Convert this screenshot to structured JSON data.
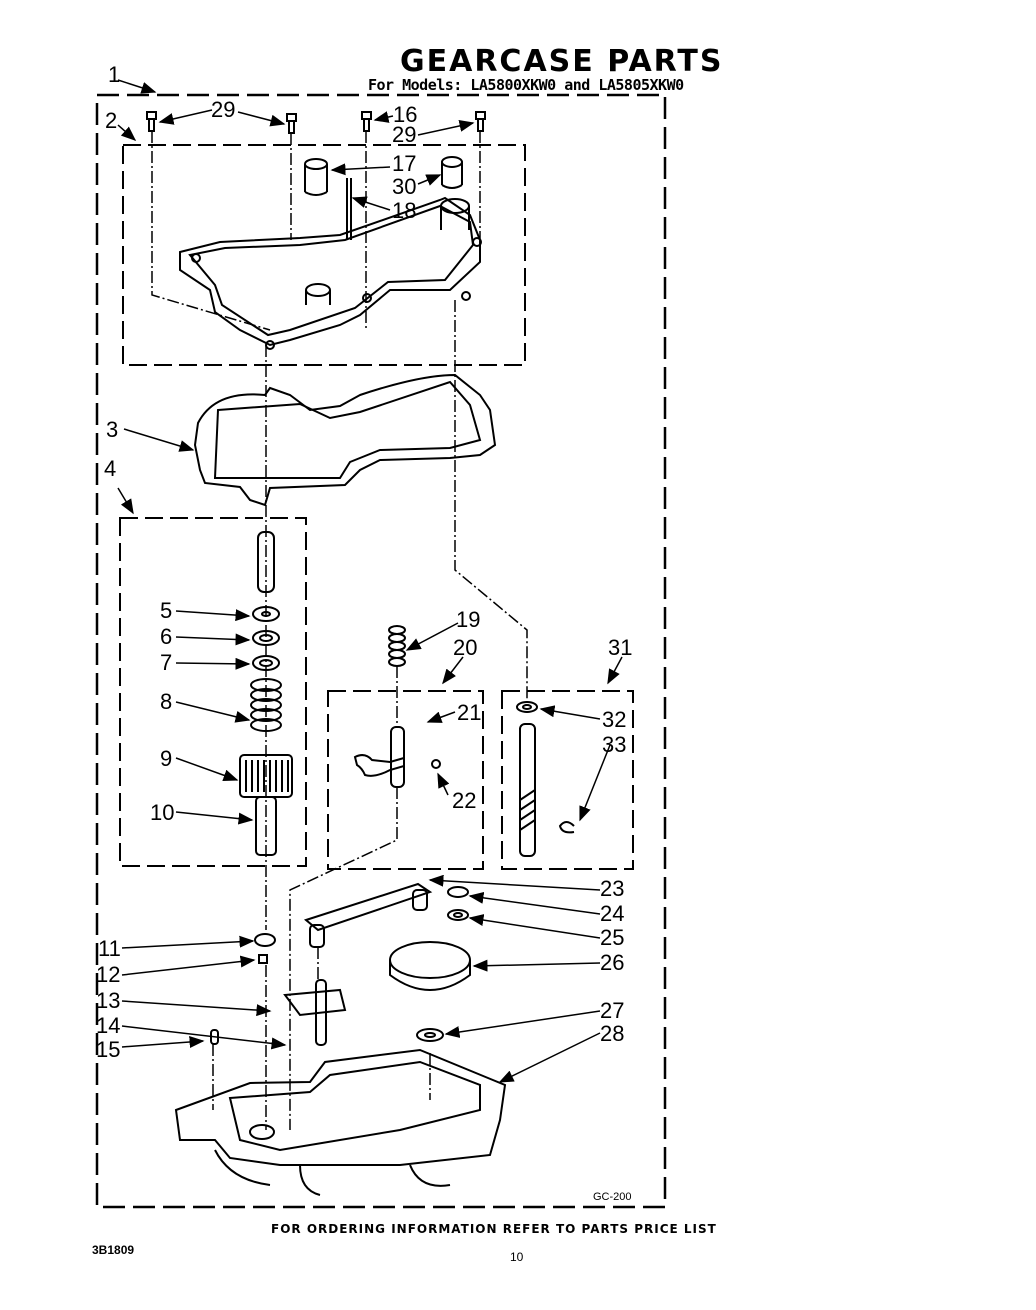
{
  "header": {
    "title": "GEARCASE PARTS",
    "subtitle": "For Models: LA5800XKW0  and LA5805XKW0"
  },
  "diagram": {
    "code": "GC-200",
    "callouts": [
      {
        "id": "1",
        "label": "1"
      },
      {
        "id": "2",
        "label": "2"
      },
      {
        "id": "3",
        "label": "3"
      },
      {
        "id": "4",
        "label": "4"
      },
      {
        "id": "5",
        "label": "5"
      },
      {
        "id": "6",
        "label": "6"
      },
      {
        "id": "7",
        "label": "7"
      },
      {
        "id": "8",
        "label": "8"
      },
      {
        "id": "9",
        "label": "9"
      },
      {
        "id": "10",
        "label": "10"
      },
      {
        "id": "11",
        "label": "11"
      },
      {
        "id": "12",
        "label": "12"
      },
      {
        "id": "13",
        "label": "13"
      },
      {
        "id": "14",
        "label": "14"
      },
      {
        "id": "15",
        "label": "15"
      },
      {
        "id": "16",
        "label": "16"
      },
      {
        "id": "17",
        "label": "17"
      },
      {
        "id": "18",
        "label": "18"
      },
      {
        "id": "19",
        "label": "19"
      },
      {
        "id": "20",
        "label": "20"
      },
      {
        "id": "21",
        "label": "21"
      },
      {
        "id": "22",
        "label": "22"
      },
      {
        "id": "23",
        "label": "23"
      },
      {
        "id": "24",
        "label": "24"
      },
      {
        "id": "25",
        "label": "25"
      },
      {
        "id": "26",
        "label": "26"
      },
      {
        "id": "27",
        "label": "27"
      },
      {
        "id": "28",
        "label": "28"
      },
      {
        "id": "29a",
        "label": "29"
      },
      {
        "id": "29b",
        "label": "29"
      },
      {
        "id": "30",
        "label": "30"
      },
      {
        "id": "31",
        "label": "31"
      },
      {
        "id": "32",
        "label": "32"
      },
      {
        "id": "33",
        "label": "33"
      }
    ]
  },
  "footer": {
    "note": "FOR ORDERING INFORMATION REFER TO PARTS PRICE LIST",
    "page": "10",
    "doc_id": "3B1809"
  }
}
